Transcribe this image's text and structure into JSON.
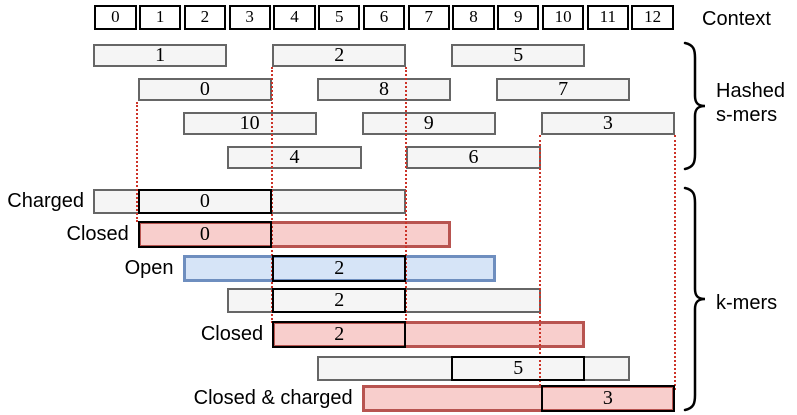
{
  "context": {
    "label": "Context",
    "cells": [
      "0",
      "1",
      "2",
      "3",
      "4",
      "5",
      "6",
      "7",
      "8",
      "9",
      "10",
      "11",
      "12"
    ]
  },
  "hashed_smers": {
    "label": "Hashed s-mers",
    "span": 3,
    "rows": [
      [
        {
          "value": "1",
          "start": 0
        },
        {
          "value": "2",
          "start": 4
        },
        {
          "value": "5",
          "start": 8
        }
      ],
      [
        {
          "value": "0",
          "start": 1
        },
        {
          "value": "8",
          "start": 5
        },
        {
          "value": "7",
          "start": 9
        }
      ],
      [
        {
          "value": "10",
          "start": 2
        },
        {
          "value": "9",
          "start": 6
        },
        {
          "value": "3",
          "start": 10
        }
      ],
      [
        {
          "value": "4",
          "start": 3
        },
        {
          "value": "6",
          "start": 7
        }
      ]
    ]
  },
  "kmers": {
    "label": "k-mers",
    "span": 7,
    "rows": [
      {
        "label": "Charged",
        "type": "plain",
        "start": 0,
        "minimizer": {
          "value": "0",
          "start": 1
        }
      },
      {
        "label": "Closed",
        "type": "closed",
        "start": 1,
        "minimizer": {
          "value": "0",
          "start": 1
        }
      },
      {
        "label": "Open",
        "type": "open",
        "start": 2,
        "minimizer": {
          "value": "2",
          "start": 4
        }
      },
      {
        "label": "",
        "type": "plain",
        "start": 3,
        "minimizer": {
          "value": "2",
          "start": 4
        }
      },
      {
        "label": "Closed",
        "type": "closed",
        "start": 4,
        "minimizer": {
          "value": "2",
          "start": 4
        }
      },
      {
        "label": "",
        "type": "plain",
        "start": 5,
        "minimizer": {
          "value": "5",
          "start": 8
        }
      },
      {
        "label": "Closed & charged",
        "type": "closed",
        "start": 6,
        "minimizer": {
          "value": "3",
          "start": 10
        }
      }
    ]
  },
  "guides": [
    {
      "cell": 1,
      "from": 102,
      "to": 222
    },
    {
      "cell": 4,
      "from": 67,
      "to": 323
    },
    {
      "cell": 7,
      "from": 67,
      "to": 323
    },
    {
      "cell": 10,
      "from": 135,
      "to": 386
    },
    {
      "cell": 13,
      "from": 135,
      "to": 390
    }
  ],
  "colors": {
    "plain_fill": "#f5f5f5",
    "plain_stroke": "#666666",
    "closed_fill": "#f8cecc",
    "closed_stroke": "#b85450",
    "open_fill": "#d6e4f7",
    "open_stroke": "#6e8ebf",
    "guide": "#cc3328",
    "ruler_stroke": "#000000"
  }
}
